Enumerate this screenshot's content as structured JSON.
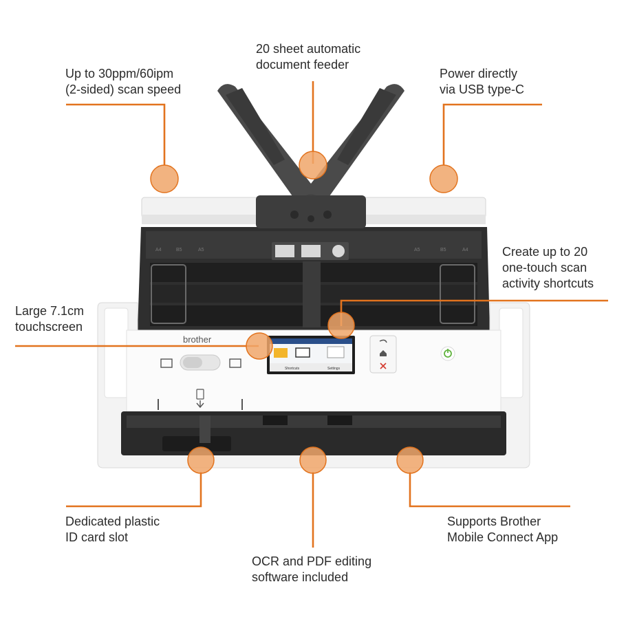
{
  "product": {
    "brand": "brother",
    "description": "Compact document scanner with folding paper support arms, touchscreen control panel, and feature callouts"
  },
  "theme": {
    "accent": "#e2731e",
    "dot_fill": "#f0a66a",
    "text": "#2b2b2b"
  },
  "callouts": {
    "scan_speed": [
      "Up to 30ppm/60ipm",
      "(2-sided) scan speed"
    ],
    "feeder": [
      "20 sheet automatic",
      "document feeder"
    ],
    "power": [
      "Power directly",
      "via USB type-C"
    ],
    "shortcuts": [
      "Create up to 20",
      "one-touch scan",
      "activity shortcuts"
    ],
    "touchscreen": [
      "Large 7.1cm",
      "touchscreen"
    ],
    "id_card": [
      "Dedicated plastic",
      "ID card slot"
    ],
    "ocr": [
      "OCR and PDF editing",
      "software included"
    ],
    "mobile": [
      "Supports Brother",
      "Mobile Connect App"
    ]
  },
  "screen": {
    "shortcuts_label": "Shortcuts",
    "settings_label": "Settings"
  },
  "icons": {
    "power": "power-icon",
    "back": "back-icon",
    "home": "home-icon",
    "cancel": "cancel-icon"
  }
}
